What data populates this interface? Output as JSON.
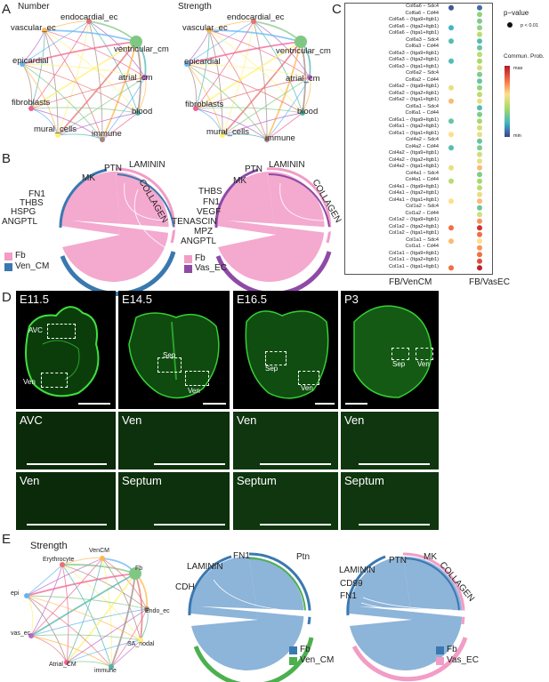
{
  "panels": {
    "A": {
      "label": "A",
      "networks": [
        {
          "title": "Number"
        },
        {
          "title": "Strength"
        }
      ],
      "nodes": [
        "endocardial_ec",
        "vascular_ec",
        "ventricular_cm",
        "epicardial",
        "atrial_cm",
        "fibroblasts",
        "blood",
        "mural_cells",
        "immune"
      ]
    },
    "B": {
      "label": "B",
      "chord_left": {
        "pathways": [
          "PTN",
          "LAMININ",
          "COLLAGEN",
          "MK",
          "FN1",
          "THBS",
          "HSPG",
          "ANGPTL"
        ],
        "legend": [
          {
            "name": "Fb",
            "color": "#f29cc6"
          },
          {
            "name": "Ven_CM",
            "color": "#3a78b0"
          }
        ]
      },
      "chord_right": {
        "pathways": [
          "PTN",
          "LAMININ",
          "COLLAGEN",
          "MK",
          "THBS",
          "FN1",
          "VEGF",
          "TENASCIN",
          "MPZ",
          "ANGPTL"
        ],
        "legend": [
          {
            "name": "Fb",
            "color": "#f29cc6"
          },
          {
            "name": "Vas_EC",
            "color": "#8e4aa6"
          }
        ]
      }
    },
    "C": {
      "label": "C",
      "legend_pvalue_title": "p−value",
      "legend_pvalue_item": "p < 0.01",
      "legend_prob_title": "Commun. Prob.",
      "legend_prob_max": "max",
      "legend_prob_min": "min",
      "col_labels": [
        "FB/VenCM",
        "FB/VasEC"
      ],
      "rows": [
        "Col6a6 − Sdc4",
        "Col6a6 − Cd44",
        "Col6a6 − (Itga9+Itgb1)",
        "Col6a6 − (Itga2+Itgb1)",
        "Col6a6 − (Itga1+Itgb1)",
        "Col6a3 − Sdc4",
        "Col6a3 − Cd44",
        "Col6a3 − (Itga9+Itgb1)",
        "Col6a3 − (Itga2+Itgb1)",
        "Col6a3 − (Itga1+Itgb1)",
        "Col6a2 − Sdc4",
        "Col6a2 − Cd44",
        "Col6a2 − (Itga9+Itgb1)",
        "Col6a2 − (Itga2+Itgb1)",
        "Col6a2 − (Itga1+Itgb1)",
        "Col6a1 − Sdc4",
        "Col6a1 − Cd44",
        "Col6a1 − (Itga9+Itgb1)",
        "Col6a1 − (Itga2+Itgb1)",
        "Col6a1 − (Itga1+Itgb1)",
        "Col4a2 − Sdc4",
        "Col4a2 − Cd44",
        "Col4a2 − (Itga9+Itgb1)",
        "Col4a2 − (Itga2+Itgb1)",
        "Col4a2 − (Itga1+Itgb1)",
        "Col4a1 − Sdc4",
        "Col4a1 − Cd44",
        "Col4a1 − (Itga9+Itgb1)",
        "Col4a1 − (Itga2+Itgb1)",
        "Col4a1 − (Itga1+Itgb1)",
        "Col1a2 − Sdc4",
        "Col1a2 − Cd44",
        "Col1a2 − (Itga9+Itgb1)",
        "Col1a2 − (Itga2+Itgb1)",
        "Col1a2 − (Itga1+Itgb1)",
        "Col1a1 − Sdc4",
        "Col1a1 − Cd44",
        "Col1a1 − (Itga9+Itgb1)",
        "Col1a1 − (Itga2+Itgb1)",
        "Col1a1 − (Itga1+Itgb1)"
      ],
      "dots_col1": [
        0.05,
        null,
        null,
        0.25,
        null,
        0.3,
        null,
        null,
        0.3,
        null,
        null,
        null,
        0.65,
        null,
        0.75,
        null,
        null,
        0.35,
        null,
        0.7,
        null,
        0.3,
        null,
        null,
        0.65,
        null,
        0.55,
        null,
        null,
        0.7,
        null,
        null,
        null,
        0.85,
        null,
        0.75,
        null,
        null,
        null,
        0.85
      ],
      "dots_col2": [
        0.1,
        0.45,
        0.4,
        0.45,
        0.55,
        0.3,
        0.35,
        0.55,
        0.5,
        0.6,
        0.4,
        0.35,
        0.45,
        0.55,
        0.65,
        0.3,
        0.4,
        0.5,
        0.6,
        0.65,
        0.35,
        0.4,
        0.6,
        0.65,
        0.75,
        0.4,
        0.5,
        0.55,
        0.65,
        0.75,
        0.35,
        0.6,
        0.8,
        0.95,
        0.85,
        0.7,
        0.8,
        0.85,
        0.9,
        0.98
      ]
    },
    "D": {
      "label": "D",
      "stages": [
        "E11.5",
        "E14.5",
        "E16.5",
        "P3"
      ],
      "box_labels": {
        "avc": "AVC",
        "ven": "Ven",
        "sep": "Sep"
      },
      "zoom_row1": [
        "AVC",
        "Ven",
        "Ven",
        "Ven"
      ],
      "zoom_row2": [
        "Ven",
        "Septum",
        "Septum",
        "Septum"
      ]
    },
    "E": {
      "label": "E",
      "network_title": "Strength",
      "nodes": [
        "Erythrocyte",
        "VenCM",
        "Fb",
        "epi",
        "vas_ec",
        "Atrial_CM",
        "immune",
        "SA_nodal",
        "Endo_ec"
      ],
      "chord_mid": {
        "pathways": [
          "FN1",
          "Ptn",
          "LAMININ",
          "CDH"
        ],
        "legend": [
          {
            "name": "Fb",
            "color": "#3a78b0"
          },
          {
            "name": "Ven_CM",
            "color": "#4caf50"
          }
        ]
      },
      "chord_right": {
        "pathways": [
          "PTN",
          "MK",
          "COLLAGEN",
          "LAMININ",
          "CD99",
          "FN1"
        ],
        "legend": [
          {
            "name": "Fb",
            "color": "#3a78b0"
          },
          {
            "name": "Vas_EC",
            "color": "#f29cc6"
          }
        ]
      }
    }
  }
}
